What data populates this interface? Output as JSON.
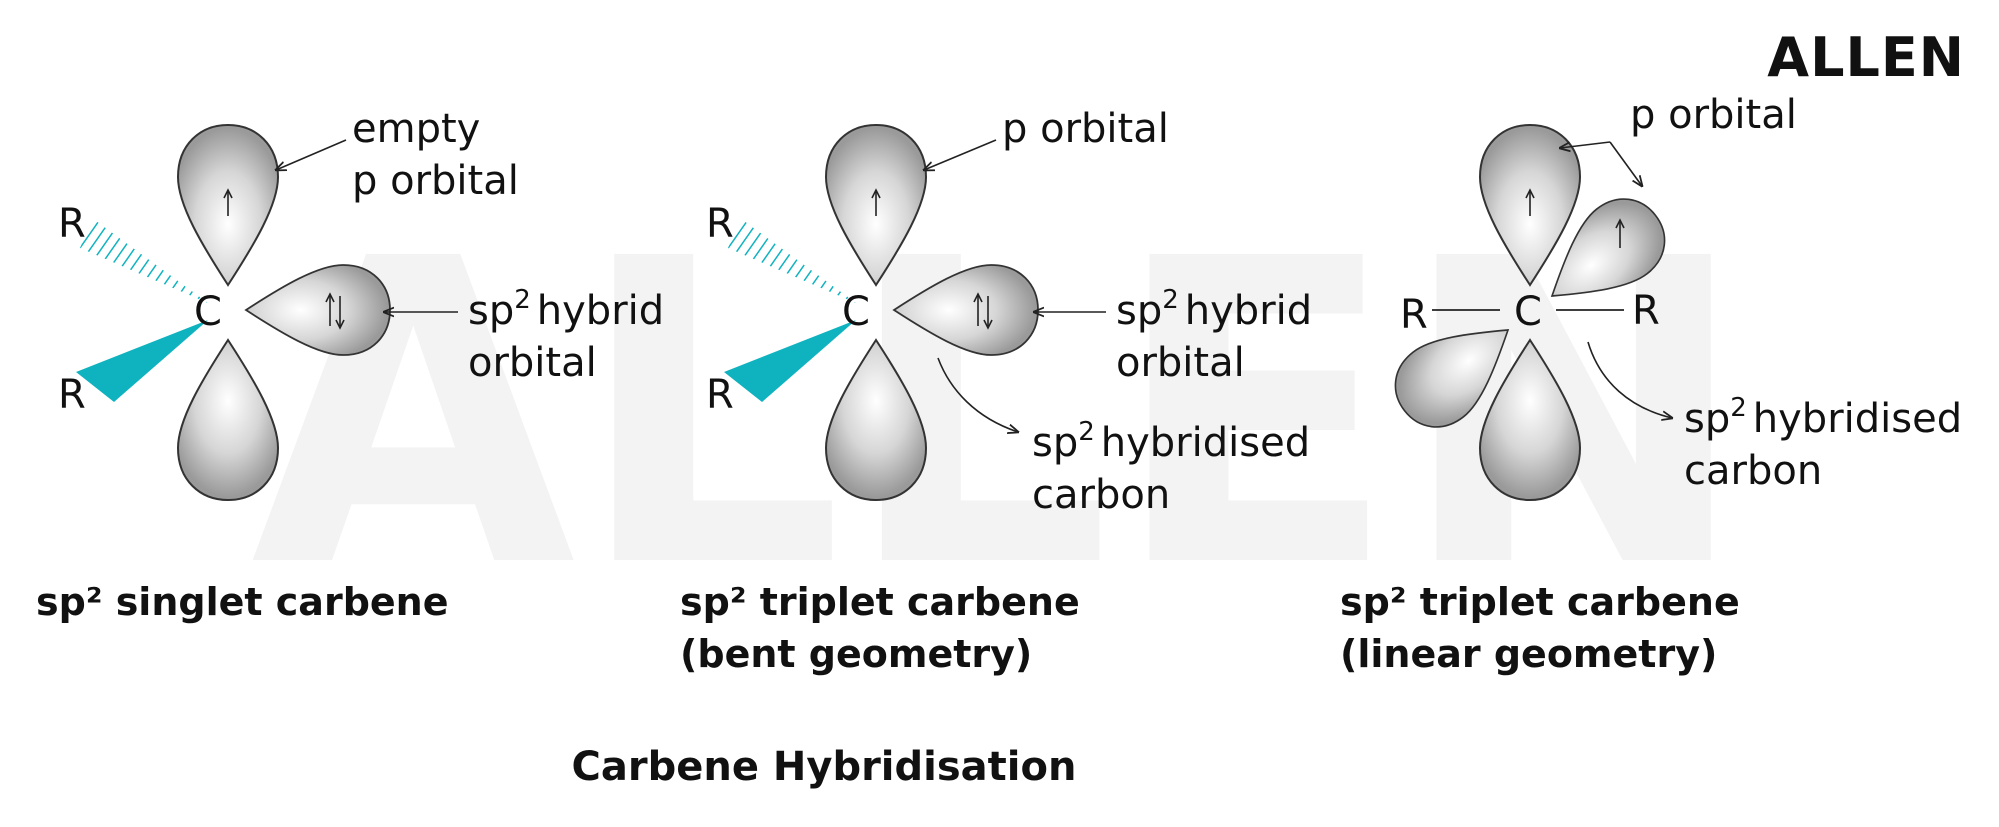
{
  "brand": {
    "logo_text": "ALLEN",
    "watermark_text": "ALLEN"
  },
  "colors": {
    "wedge": "#0fb3bf",
    "lobe_light": "#ffffff",
    "lobe_dark": "#9a9a9a",
    "watermark": "#f3f3f3"
  },
  "title": "Carbene Hybridisation",
  "panels": [
    {
      "atom": "C",
      "substituent_top": "R",
      "substituent_bottom": "R",
      "label_empty": "empty",
      "label_p_orbital": "p orbital",
      "label_sp2": "sp",
      "label_sup": "2",
      "label_hybrid": "hybrid",
      "label_orbital": "orbital",
      "caption_line1": "sp² singlet carbene",
      "caption_line2": ""
    },
    {
      "atom": "C",
      "substituent_top": "R",
      "substituent_bottom": "R",
      "label_p_orbital": "p orbital",
      "label_sp2": "sp",
      "label_sup": "2",
      "label_hybrid": "hybrid",
      "label_orbital": "orbital",
      "label_hybridised_sp": "sp",
      "label_hybridised_sup": "2",
      "label_hybridised": "hybridised",
      "label_carbon": "carbon",
      "caption_line1": "sp² triplet carbene",
      "caption_line2": "(bent geometry)"
    },
    {
      "atom": "C",
      "substituent_left": "R",
      "substituent_right": "R",
      "label_p_orbital": "p orbital",
      "label_hybridised_sp": "sp",
      "label_hybridised_sup": "2",
      "label_hybridised": "hybridised",
      "label_carbon": "carbon",
      "caption_line1": "sp² triplet carbene",
      "caption_line2": "(linear geometry)"
    }
  ]
}
